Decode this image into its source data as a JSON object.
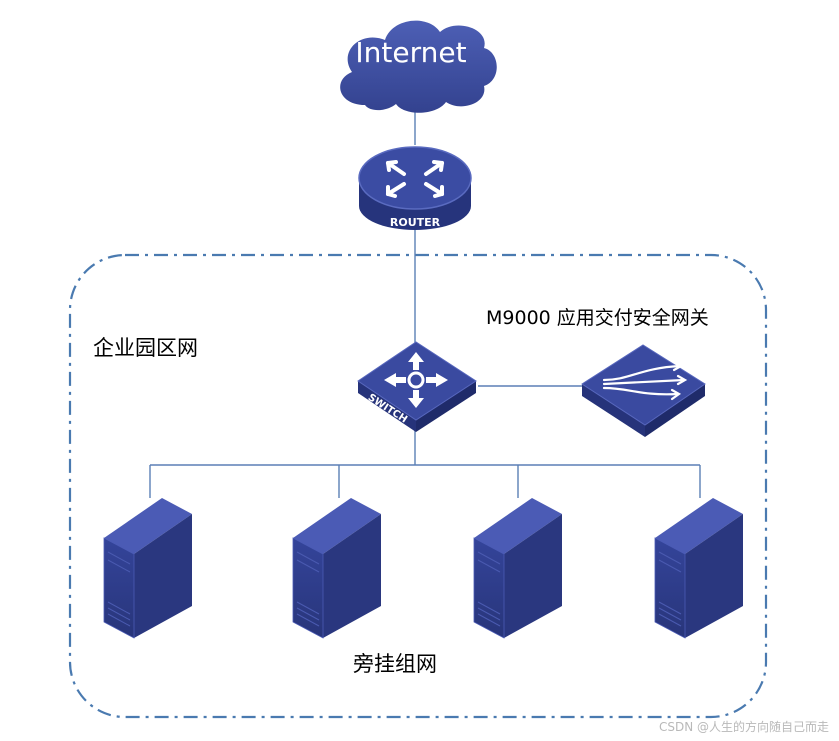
{
  "nodes": {
    "cloud_label": "Internet",
    "router_label": "ROUTER",
    "switch_label": "SWITCH",
    "gateway_label": "M9000 应用交付安全网关"
  },
  "zones": {
    "campus_label": "企业园区网",
    "bypass_label": "旁挂组网"
  },
  "watermark": "CSDN @人生的方向随自己而走",
  "colors": {
    "device_blue": "#2f3f8e",
    "device_blue_light": "#4a5ab0",
    "line_blue": "#5b7fb5",
    "dash_border": "#4a7ab0"
  }
}
